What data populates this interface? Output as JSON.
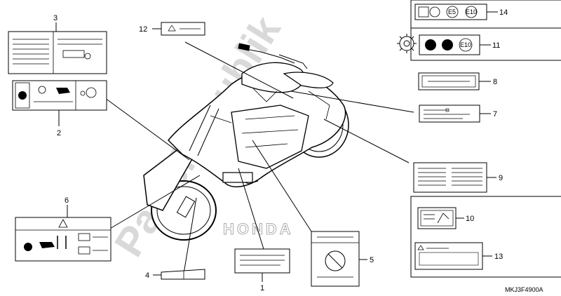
{
  "diagram": {
    "callouts": {
      "c1": "1",
      "c2": "2",
      "c3": "3",
      "c4": "4",
      "c5": "5",
      "c6": "6",
      "c7": "7",
      "c8": "8",
      "c9": "9",
      "c10": "10",
      "c11": "11",
      "c12": "12",
      "c13": "13",
      "c14": "14"
    },
    "fuel_marks": {
      "e5": "E5",
      "e10": "E10",
      "e10b": "E10"
    },
    "brand_text": "HONDA",
    "watermark": "PartsRepublik",
    "drawing_code": "MKJ3F4900A"
  }
}
